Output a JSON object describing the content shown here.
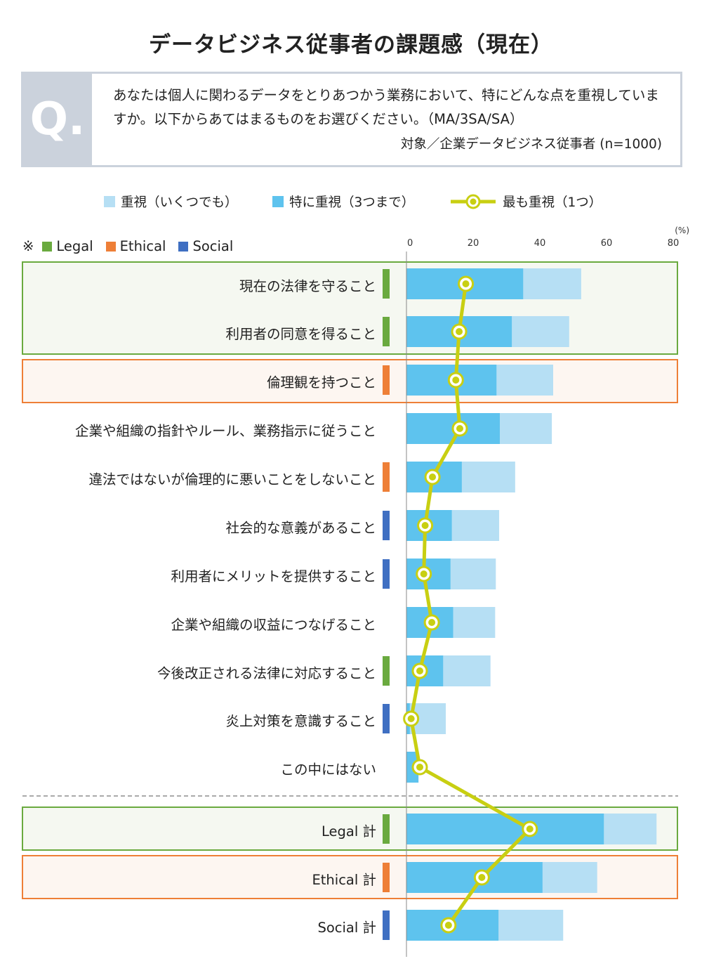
{
  "title": "データビジネス従事者の課題感（現在）",
  "question": {
    "mark": "Q.",
    "text": "あなたは個人に関わるデータをとりあつかう業務において、特にどんな点を重視していますか。以下からあてはまるものをお選びください。（MA/3SA/SA）",
    "target": "対象／企業データビジネス従事者 (n=1000)"
  },
  "legend": {
    "light": "重視（いくつでも）",
    "dark": "特に重視（3つまで）",
    "line": "最も重視（1つ）"
  },
  "category_legend": {
    "prefix": "※",
    "items": [
      {
        "label": "Legal",
        "color": "#6aaa3f"
      },
      {
        "label": "Ethical",
        "color": "#ee7f37"
      },
      {
        "label": "Social",
        "color": "#3f6fc2"
      }
    ]
  },
  "colors": {
    "light_bar": "#b6dff4",
    "dark_bar": "#5ec3ee",
    "line": "#c8cf12",
    "legal_box": "#6aaa3f",
    "legal_fill": "#f5f8f1",
    "ethical_box": "#ee7f37",
    "ethical_fill": "#fdf6f1"
  },
  "chart_data": {
    "type": "bar",
    "orientation": "horizontal",
    "xlim": [
      0,
      80
    ],
    "xticks": [
      0,
      20,
      40,
      60,
      80
    ],
    "x_unit": "(%)",
    "categories": [
      "現在の法律を守ること",
      "利用者の同意を得ること",
      "倫理観を持つこと",
      "企業や組織の指針やルール、業務指示に従うこと",
      "違法ではないが倫理的に悪いことをしないこと",
      "社会的な意義があること",
      "利用者にメリットを提供すること",
      "企業や組織の収益につなげること",
      "今後改正される法律に対応すること",
      "炎上対策を意識すること",
      "この中にはない",
      "Legal 計",
      "Ethical 計",
      "Social 計"
    ],
    "category_type": [
      "Legal",
      "Legal",
      "Ethical",
      "",
      "Ethical",
      "Social",
      "Social",
      "",
      "Legal",
      "Social",
      "",
      "Legal",
      "Ethical",
      "Social"
    ],
    "series": [
      {
        "name": "重視（いくつでも）",
        "type": "bar",
        "values": [
          52.4,
          48.8,
          44.0,
          43.6,
          32.6,
          27.8,
          26.8,
          26.6,
          25.2,
          11.8,
          3.6,
          75.0,
          57.2,
          47.0
        ]
      },
      {
        "name": "特に重視（3つまで）",
        "type": "bar",
        "values": [
          35.0,
          31.6,
          27.0,
          28.0,
          16.6,
          13.6,
          13.2,
          14.0,
          11.0,
          1.0,
          3.6,
          59.2,
          40.8,
          27.6
        ]
      },
      {
        "name": "最も重視（1つ）",
        "type": "line",
        "values": [
          17.8,
          15.8,
          14.8,
          16.0,
          7.8,
          5.6,
          5.2,
          7.6,
          4.0,
          1.4,
          4.0,
          37.0,
          22.6,
          12.6
        ]
      }
    ]
  }
}
